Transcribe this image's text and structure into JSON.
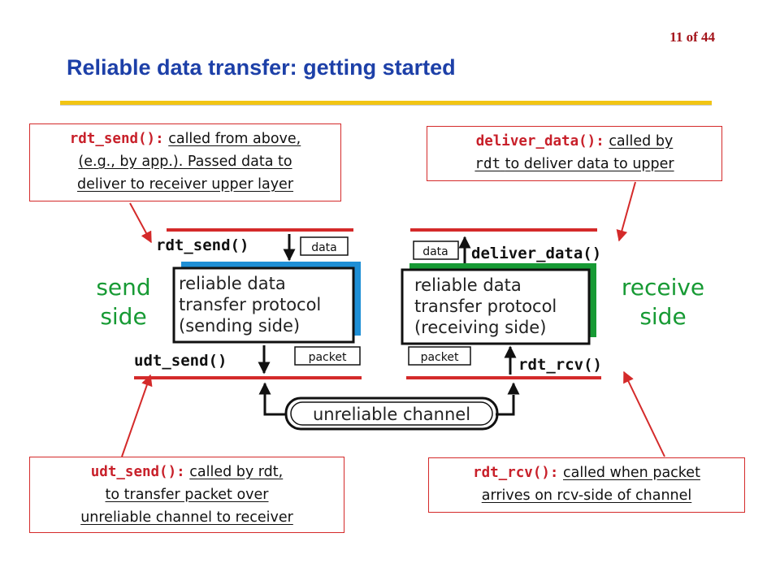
{
  "page": {
    "number": "11 of 44"
  },
  "title": "Reliable data transfer: getting started",
  "callouts": {
    "rdt_send": {
      "fn": "rdt_send():",
      "line1": "called from above,",
      "line2": "(e.g., by app.). Passed data to",
      "line3": "deliver to receiver upper layer"
    },
    "deliver_data": {
      "fn": "deliver_data():",
      "line1": "called by",
      "mono": "rdt",
      "line2": "to deliver data to upper"
    },
    "udt_send": {
      "fn": "udt_send():",
      "line1": "called by rdt,",
      "line2": "to transfer packet over",
      "line3": "unreliable channel to receiver"
    },
    "rdt_rcv": {
      "fn": "rdt_rcv():",
      "line1": "called when packet",
      "line2": "arrives on rcv-side of channel"
    }
  },
  "diagram": {
    "send_side": {
      "label_1": "send",
      "label_2": "side",
      "protocol_1": "reliable data",
      "protocol_2": "transfer protocol",
      "protocol_3": "(sending side)",
      "top_call": "rdt_send()",
      "bottom_call": "udt_send()",
      "data_tag": "data",
      "packet_tag": "packet",
      "accent": "#1e8fd6"
    },
    "receive_side": {
      "label_1": "receive",
      "label_2": "side",
      "protocol_1": "reliable data",
      "protocol_2": "transfer protocol",
      "protocol_3": "(receiving side)",
      "top_call": "deliver_data()",
      "bottom_call": "rdt_rcv()",
      "data_tag": "data",
      "packet_tag": "packet",
      "accent": "#179a34"
    },
    "channel": "unreliable channel"
  },
  "colors": {
    "title": "#1d40a8",
    "rule": "#f2c513",
    "callout_border": "#d42a2a",
    "fn_text": "#c8202a",
    "side_label": "#179a34"
  }
}
